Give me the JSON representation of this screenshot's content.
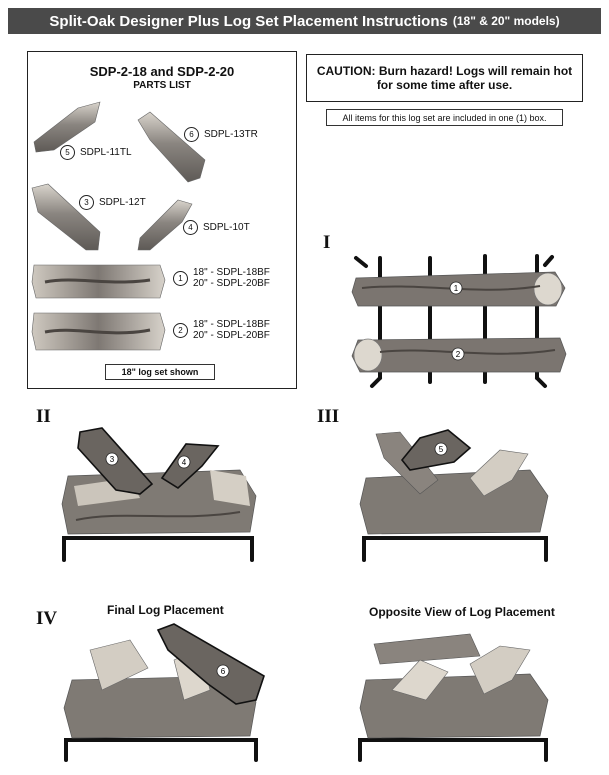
{
  "header": {
    "title": "Split-Oak Designer Plus Log Set Placement Instructions",
    "models": "(18\" & 20\" models)"
  },
  "parts": {
    "title": "SDP-2-18 and SDP-2-20",
    "subtitle": "PARTS LIST",
    "items": [
      {
        "num": "5",
        "line1": "SDPL-11TL",
        "line2": ""
      },
      {
        "num": "6",
        "line1": "SDPL-13TR",
        "line2": ""
      },
      {
        "num": "3",
        "line1": "SDPL-12T",
        "line2": ""
      },
      {
        "num": "4",
        "line1": "SDPL-10T",
        "line2": ""
      },
      {
        "num": "1",
        "line1": "18\" - SDPL-18BF",
        "line2": "20\" - SDPL-20BF"
      },
      {
        "num": "2",
        "line1": "18\" - SDPL-18BF",
        "line2": "20\" - SDPL-20BF"
      }
    ],
    "shown": "18\" log set shown"
  },
  "caution": "CAUTION:  Burn hazard! Logs will remain hot for some time after use.",
  "note": "All items for this log set are included in one (1) box.",
  "steps": {
    "s1": {
      "label": "I",
      "markers": [
        "1",
        "2"
      ]
    },
    "s2": {
      "label": "II",
      "markers": [
        "3",
        "4"
      ]
    },
    "s3": {
      "label": "III",
      "markers": [
        "5"
      ]
    },
    "s4": {
      "label": "IV",
      "caption": "Final Log Placement",
      "markers": [
        "6"
      ]
    },
    "s5": {
      "caption": "Opposite View of Log Placement"
    }
  },
  "colors": {
    "header_bg": "#4a4a4a",
    "log_dark": "#6e6a66",
    "log_light": "#c8c2b8",
    "grate": "#111111"
  }
}
